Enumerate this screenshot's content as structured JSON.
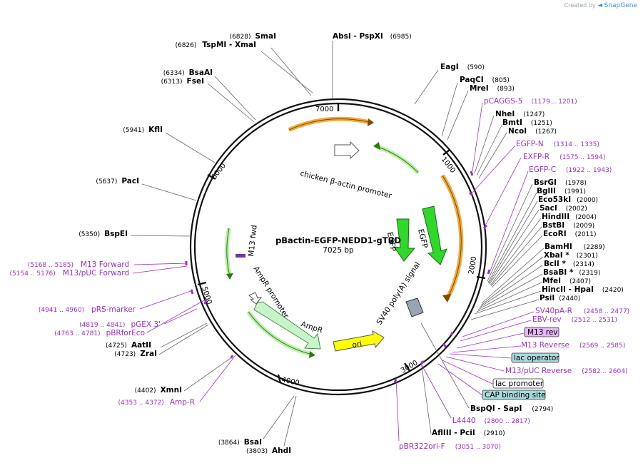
{
  "credit": {
    "prefix": "Created by",
    "brand": "SnapGene"
  },
  "plasmid": {
    "name": "pBactin-EGFP-NEDD1-gTBD",
    "length": "7025 bp"
  },
  "ticks": [
    "1000",
    "2000",
    "3000",
    "4000",
    "5000",
    "6000",
    "7000"
  ],
  "features": {
    "chicken_actin": "chicken β-actin promoter",
    "egfp1": "EGFP",
    "egfp2": "EGFP",
    "sv40": "SV40 poly(A) signal",
    "ori": "ori",
    "ampr": "AmpR",
    "ampr_promoter": "AmpR promoter",
    "m13fwd": "M13 fwd"
  },
  "sites": {
    "abs": {
      "name": "AbsI",
      "sep": " - ",
      "name2": "PspXI",
      "pos": "(6985)"
    },
    "sma": {
      "pos": "(6828)",
      "name": "SmaI"
    },
    "tsp": {
      "pos": "(6826)",
      "name": "TspMI",
      "sep": " - ",
      "name2": "XmaI"
    },
    "bsaa": {
      "pos": "(6334)",
      "name": "BsaAI"
    },
    "fse": {
      "pos": "(6313)",
      "name": "FseI"
    },
    "kfl": {
      "pos": "(5941)",
      "name": "KflI"
    },
    "pac": {
      "pos": "(5637)",
      "name": "PacI"
    },
    "bsp": {
      "pos": "(5350)",
      "name": "BspEI"
    },
    "aat": {
      "pos": "(4725)",
      "name": "AatII"
    },
    "zra": {
      "pos": "(4723)",
      "name": "ZraI"
    },
    "xmn": {
      "pos": "(4402)",
      "name": "XmnI"
    },
    "bsa": {
      "pos": "(3864)",
      "name": "BsaI"
    },
    "ahd": {
      "pos": "(3803)",
      "name": "AhdI"
    },
    "eag": {
      "name": "EagI",
      "pos": "(590)"
    },
    "paq": {
      "name": "PaqCI",
      "pos": "(805)"
    },
    "mre": {
      "name": "MreI",
      "pos": "(893)"
    },
    "nhe": {
      "name": "NheI",
      "pos": "(1247)"
    },
    "bmt": {
      "name": "BmtI",
      "pos": "(1251)"
    },
    "nco": {
      "name": "NcoI",
      "pos": "(1267)"
    },
    "bsrg": {
      "name": "BsrGI",
      "pos": "(1978)"
    },
    "bgl": {
      "name": "BglII",
      "pos": "(1991)"
    },
    "eco53": {
      "name": "Eco53kI",
      "pos": "(2000)"
    },
    "sac": {
      "name": "SacI",
      "pos": "(2002)"
    },
    "hind": {
      "name": "HindIII",
      "pos": "(2004)"
    },
    "bstb": {
      "name": "BstBI",
      "pos": "(2009)"
    },
    "ecor": {
      "name": "EcoRI",
      "pos": "(2011)"
    },
    "bamh": {
      "name": "BamHI",
      "pos": "(2289)"
    },
    "xba": {
      "name": "XbaI *",
      "pos": "(2301)"
    },
    "bcl": {
      "name": "BclI *",
      "pos": "(2314)"
    },
    "bsab": {
      "name": "BsaBI *",
      "pos": "(2319)"
    },
    "mfe": {
      "name": "MfeI",
      "pos": "(2407)"
    },
    "hinc": {
      "name": "HincII",
      "sep": " - ",
      "name2": "HpaI",
      "pos": "(2420)"
    },
    "psi": {
      "name": "PsiI",
      "pos": "(2440)"
    },
    "bspq": {
      "name": "BspQI",
      "sep": " - ",
      "name2": "SapI",
      "pos": "(2794)"
    },
    "afl": {
      "name": "AflIII",
      "sep": " - ",
      "name2": "PciI",
      "pos": "(2910)"
    }
  },
  "primers": {
    "pcaggs": {
      "name": "pCAGGS-5",
      "pos": "(1179 .. 1201)"
    },
    "egfpn": {
      "name": "EGFP-N",
      "pos": "(1314 .. 1335)"
    },
    "exfpr": {
      "name": "EXFP-R",
      "pos": "(1575 .. 1594)"
    },
    "egfpc": {
      "name": "EGFP-C",
      "pos": "(1922 .. 1943)"
    },
    "sv40par": {
      "name": "SV40pA-R",
      "pos": "(2458 .. 2477)"
    },
    "ebvrev": {
      "name": "EBV-rev",
      "pos": "(2512 .. 2531)"
    },
    "m13rev": {
      "name": "M13 rev"
    },
    "m13reverse": {
      "name": "M13 Reverse",
      "pos": "(2569 .. 2585)"
    },
    "lacop": {
      "name": "lac operator"
    },
    "m13puc_rev": {
      "name": "M13/pUC Reverse",
      "pos": "(2582 .. 2604)"
    },
    "lacprom": {
      "name": "lac promoter"
    },
    "cap": {
      "name": "CAP binding site"
    },
    "l4440": {
      "name": "L4440",
      "pos": "(2800 .. 2817)"
    },
    "pbr322": {
      "name": "pBR322ori-F",
      "pos": "(3051 .. 3070)"
    },
    "m13fwd": {
      "pos": "(5168 .. 5185)",
      "name": "M13 Forward"
    },
    "m13puc_fwd": {
      "pos": "(5154 .. 5176)",
      "name": "M13/pUC Forward"
    },
    "prs": {
      "pos": "(4941 .. 4960)",
      "name": "pRS-marker"
    },
    "pgex": {
      "pos": "(4819 .. 4841)",
      "name": "pGEX 3'"
    },
    "pbrfor": {
      "pos": "(4763 .. 4781)",
      "name": "pBRforEco"
    },
    "ampr": {
      "pos": "(4353 .. 4372)",
      "name": "Amp-R"
    }
  },
  "colors": {
    "primer": "#9b30c9",
    "orange": "#f4a93b",
    "green": "#2fd82a",
    "yellow": "#ffff00",
    "light_green": "#c8f5c8",
    "teal_box": "#a9d9dc",
    "purple_box": "#e4b6f2"
  }
}
